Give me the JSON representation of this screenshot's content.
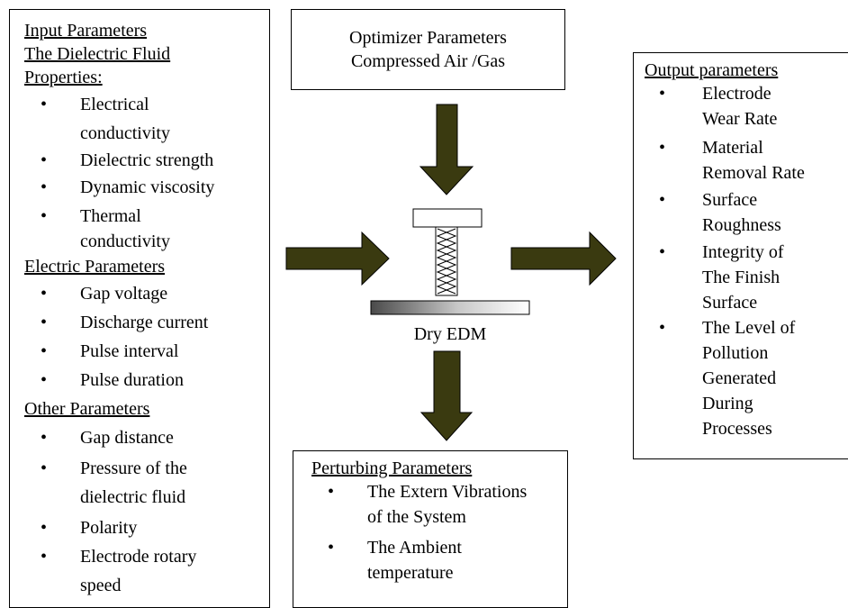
{
  "input": {
    "heading_lines": [
      "Input Parameters",
      "The Dielectric Fluid",
      "Properties:"
    ],
    "dielectric_items": [
      [
        "Electrical",
        "conductivity"
      ],
      [
        "Dielectric strength"
      ],
      [
        "Dynamic viscosity"
      ],
      [
        "Thermal",
        "conductivity"
      ]
    ],
    "electric_heading": "Electric Parameters",
    "electric_items": [
      "Gap voltage",
      "Discharge current",
      "Pulse interval",
      "Pulse duration"
    ],
    "other_heading": "Other Parameters",
    "other_items": [
      [
        "Gap distance"
      ],
      [
        "Pressure of the",
        "dielectric fluid"
      ],
      [
        "Polarity"
      ],
      [
        "Electrode rotary",
        "speed"
      ]
    ]
  },
  "optimizer": {
    "lines": [
      "Optimizer Parameters",
      "Compressed Air /Gas"
    ]
  },
  "center": {
    "label": "Dry EDM"
  },
  "output": {
    "heading": "Output parameters",
    "items": [
      [
        "Electrode",
        "Wear Rate"
      ],
      [
        "Material",
        "Removal Rate"
      ],
      [
        "Surface",
        "Roughness"
      ],
      [
        "Integrity of",
        "The Finish",
        "Surface"
      ],
      [
        "The Level of",
        "Pollution",
        "Generated",
        "During",
        "Processes"
      ]
    ]
  },
  "perturbing": {
    "heading": "Perturbing Parameters",
    "items": [
      [
        "The Extern Vibrations",
        "of the System"
      ],
      [
        "The Ambient",
        "temperature"
      ]
    ]
  },
  "colors": {
    "arrow": "#3a3a10",
    "border": "#000000"
  }
}
